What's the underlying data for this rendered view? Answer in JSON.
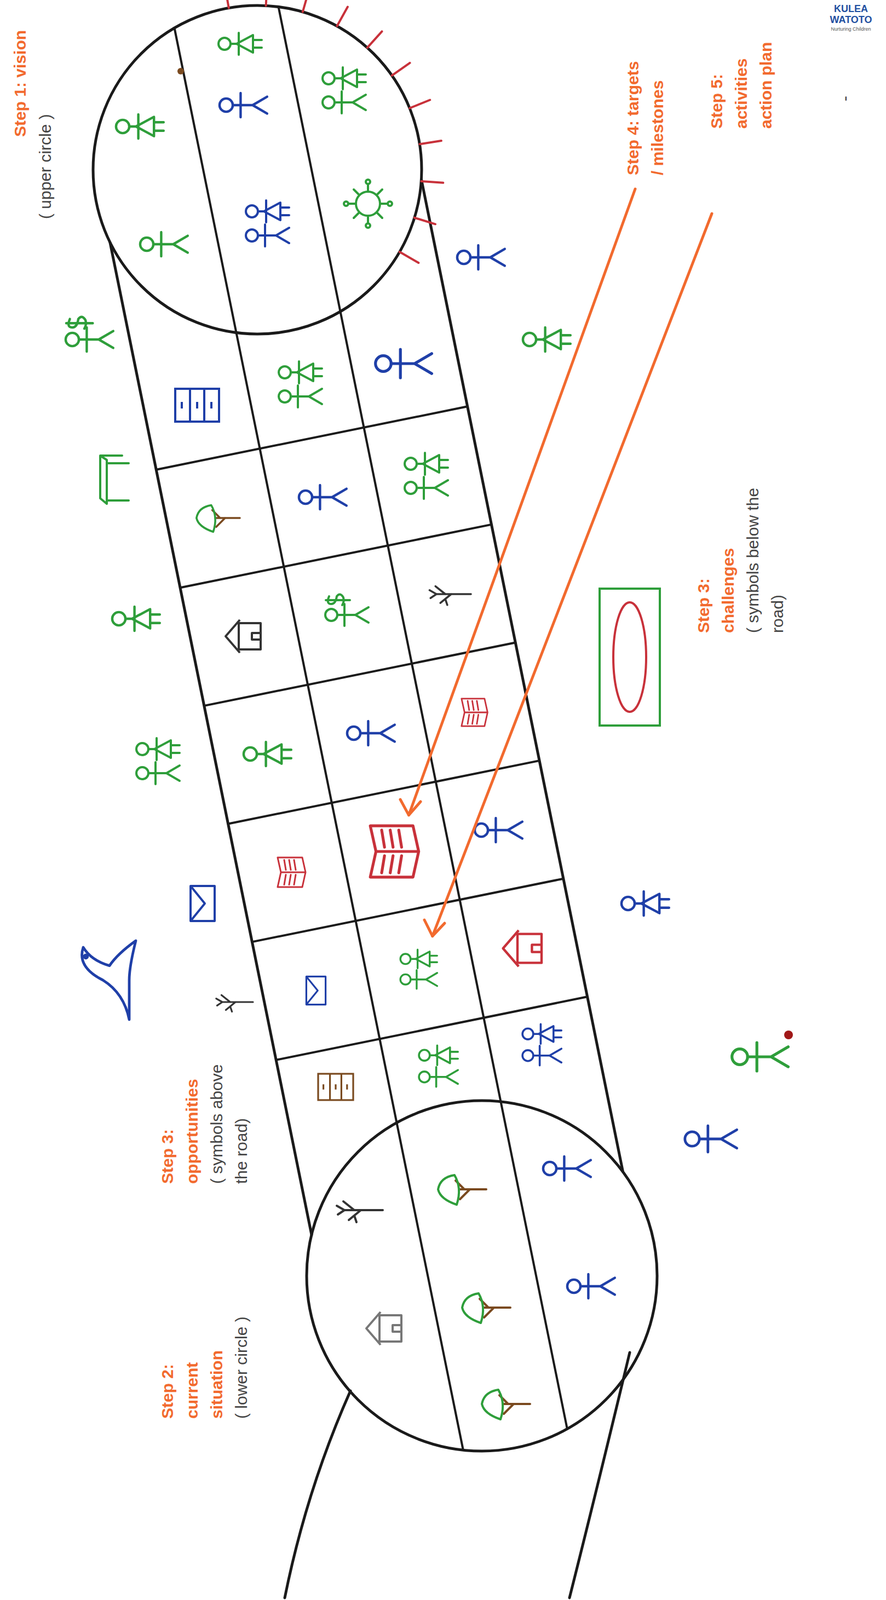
{
  "diagram": {
    "labels": [
      "Step 1: vision",
      "( upper circle )",
      "Step 4: targets / milestones",
      "Step 5: activities action plan",
      "-",
      "KULEA WATOTO",
      "Nurturing Children",
      "Step 3: challenges",
      "( symbols below the road)",
      "Step 3: opportunities",
      "( symbols above the road)",
      "Step 2: current situation",
      "( lower circle )"
    ]
  }
}
